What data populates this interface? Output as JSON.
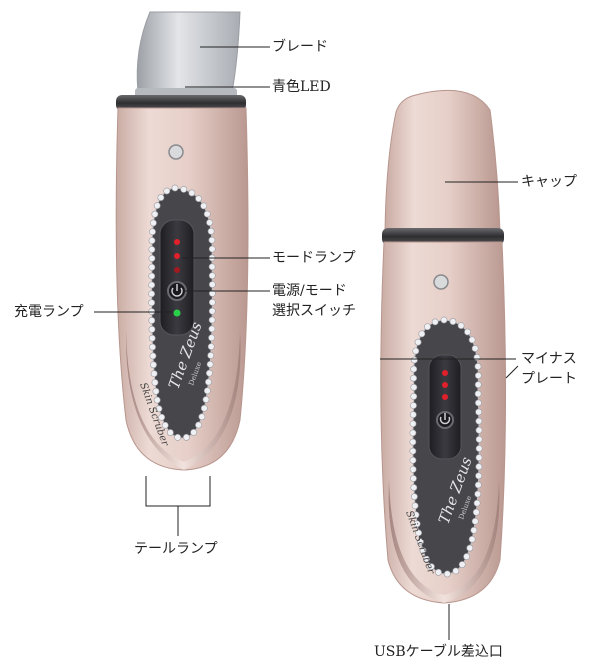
{
  "labels": {
    "blade": "ブレード",
    "blue_led": "青色LED",
    "mode_lamp": "モードランプ",
    "power_switch_line1": "電源/モード",
    "power_switch_line2": "選択スイッチ",
    "charge_lamp": "充電ランプ",
    "tail_lamp": "テールランプ",
    "cap": "キャップ",
    "minus_plate_line1": "マイナス",
    "minus_plate_line2": "プレート",
    "usb_port": "USBケーブル差込口"
  },
  "device_branding": {
    "side_text": "Skin Scruber",
    "script_brand": "The Zeus",
    "script_sub": "Deluxe"
  },
  "colors": {
    "body_pink": "#e3cbc4",
    "band_dark": "#3e3e40",
    "blade_silver": "#c9ccd0",
    "panel_dark": "#2b2b30",
    "led_red": "#e0202a",
    "led_green": "#2bd04a",
    "rhinestone": "#eef0f3"
  }
}
